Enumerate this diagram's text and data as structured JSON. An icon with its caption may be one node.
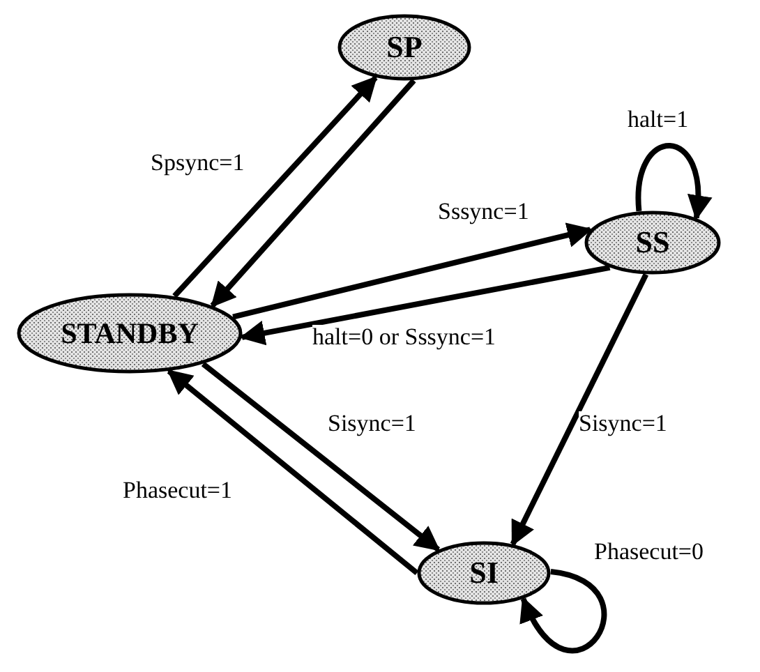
{
  "diagram": {
    "nodes": [
      {
        "text": [
          "SP"
        ]
      },
      {
        "text": [
          "STANDBY"
        ]
      },
      {
        "text": [
          "SS"
        ]
      },
      {
        "text": [
          "SI"
        ]
      }
    ],
    "edges": [
      {
        "from": 1,
        "to": 0,
        "arrow": "to",
        "label": "Spsync=1"
      },
      {
        "from": 0,
        "to": 1,
        "arrow": "to"
      },
      {
        "from": 1,
        "to": 2,
        "arrow": "to",
        "label": "Sssync=1"
      },
      {
        "from": 2,
        "to": 1,
        "arrow": "to",
        "label": "halt=0 or Sssync=1"
      },
      {
        "from": 2,
        "to": 2,
        "arrow": "to",
        "label": "halt=1"
      },
      {
        "from": 2,
        "to": 3,
        "arrow": "to",
        "label": "Sisync=1"
      },
      {
        "from": 1,
        "to": 3,
        "arrow": "to",
        "label": "Sisync=1"
      },
      {
        "from": 3,
        "to": 1,
        "arrow": "to",
        "label": "Phasecut=1"
      },
      {
        "from": 3,
        "to": 3,
        "arrow": "to",
        "label": "Phasecut=0"
      }
    ]
  }
}
